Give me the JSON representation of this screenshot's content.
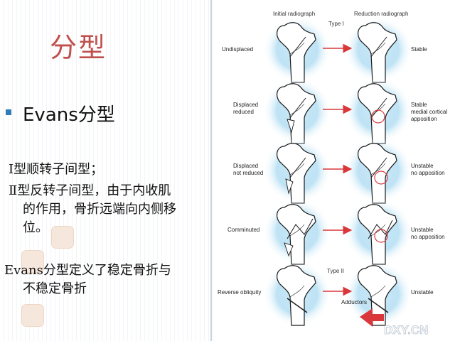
{
  "slide": {
    "title": "分型",
    "bullet": "Evans分型",
    "line_type1": "Ⅰ型顺转子间型；",
    "line_type2_a": "Ⅱ型反转子间型，由于内收肌",
    "line_type2_b": "的作用，骨折远端向内侧移",
    "line_type2_c": "位。",
    "summary_a": "Evans分型定义了稳定骨折与",
    "summary_b": "不稳定骨折"
  },
  "figure": {
    "header_initial": "Initial radiograph",
    "header_reduction": "Reduction radiograph",
    "type1_label": "Type I",
    "type2_label": "Type II",
    "adductors_label": "Adductors",
    "watermark": "DXY.CN",
    "rows": [
      {
        "left": [
          "Undisplaced"
        ],
        "right": [
          "Stable"
        ]
      },
      {
        "left": [
          "Displaced",
          "reduced"
        ],
        "right": [
          "Stable",
          "medial cortical",
          "apposition"
        ]
      },
      {
        "left": [
          "Displaced",
          "not reduced"
        ],
        "right": [
          "Unstable",
          "no apposition"
        ]
      },
      {
        "left": [
          "Comminuted"
        ],
        "right": [
          "Unstable",
          "no apposition"
        ]
      },
      {
        "left": [
          "Reverse obliquity"
        ],
        "right": [
          "Unstable"
        ]
      }
    ]
  },
  "colors": {
    "title": "#c0504d",
    "bullet": "#2e7db8",
    "arrow": "#d9373a",
    "glow": "#9fd3ee",
    "bone_outline": "#1a1a1a"
  }
}
